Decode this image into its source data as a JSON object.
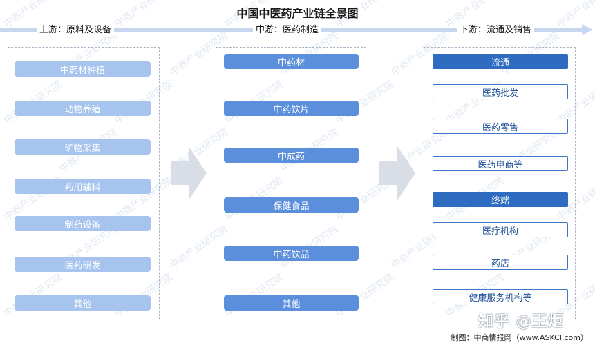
{
  "title": "中国中医药产业链全景图",
  "stages": {
    "upstream": "上游：原料及设备",
    "midstream": "中游：医药制造",
    "downstream": "下游：流通及销售"
  },
  "upstream_items": [
    "中药材种植",
    "动物养殖",
    "矿物采集",
    "药用辅料",
    "制药设备",
    "医药研发",
    "其他"
  ],
  "midstream_items": [
    "中药材",
    "中药饮片",
    "中成药",
    "保健食品",
    "中药饮品",
    "其他"
  ],
  "downstream": {
    "circulation_header": "流通",
    "circulation_items": [
      "医药批发",
      "医药零售",
      "医药电商等"
    ],
    "terminal_header": "终端",
    "terminal_items": [
      "医疗机构",
      "药店",
      "健康服务机构等"
    ]
  },
  "watermark_text": "中商产业研究院",
  "footer": {
    "credit": "制图：中商情报网（www.ASKCI.com）",
    "zhihu": "知乎 @王炬"
  },
  "colors": {
    "upstream_box": "#a7c4ee",
    "midstream_box": "#5b8fdc",
    "downstream_header": "#2d6cc0",
    "downstream_outline": "#3e77c6",
    "arrow": "#d9dee6"
  }
}
